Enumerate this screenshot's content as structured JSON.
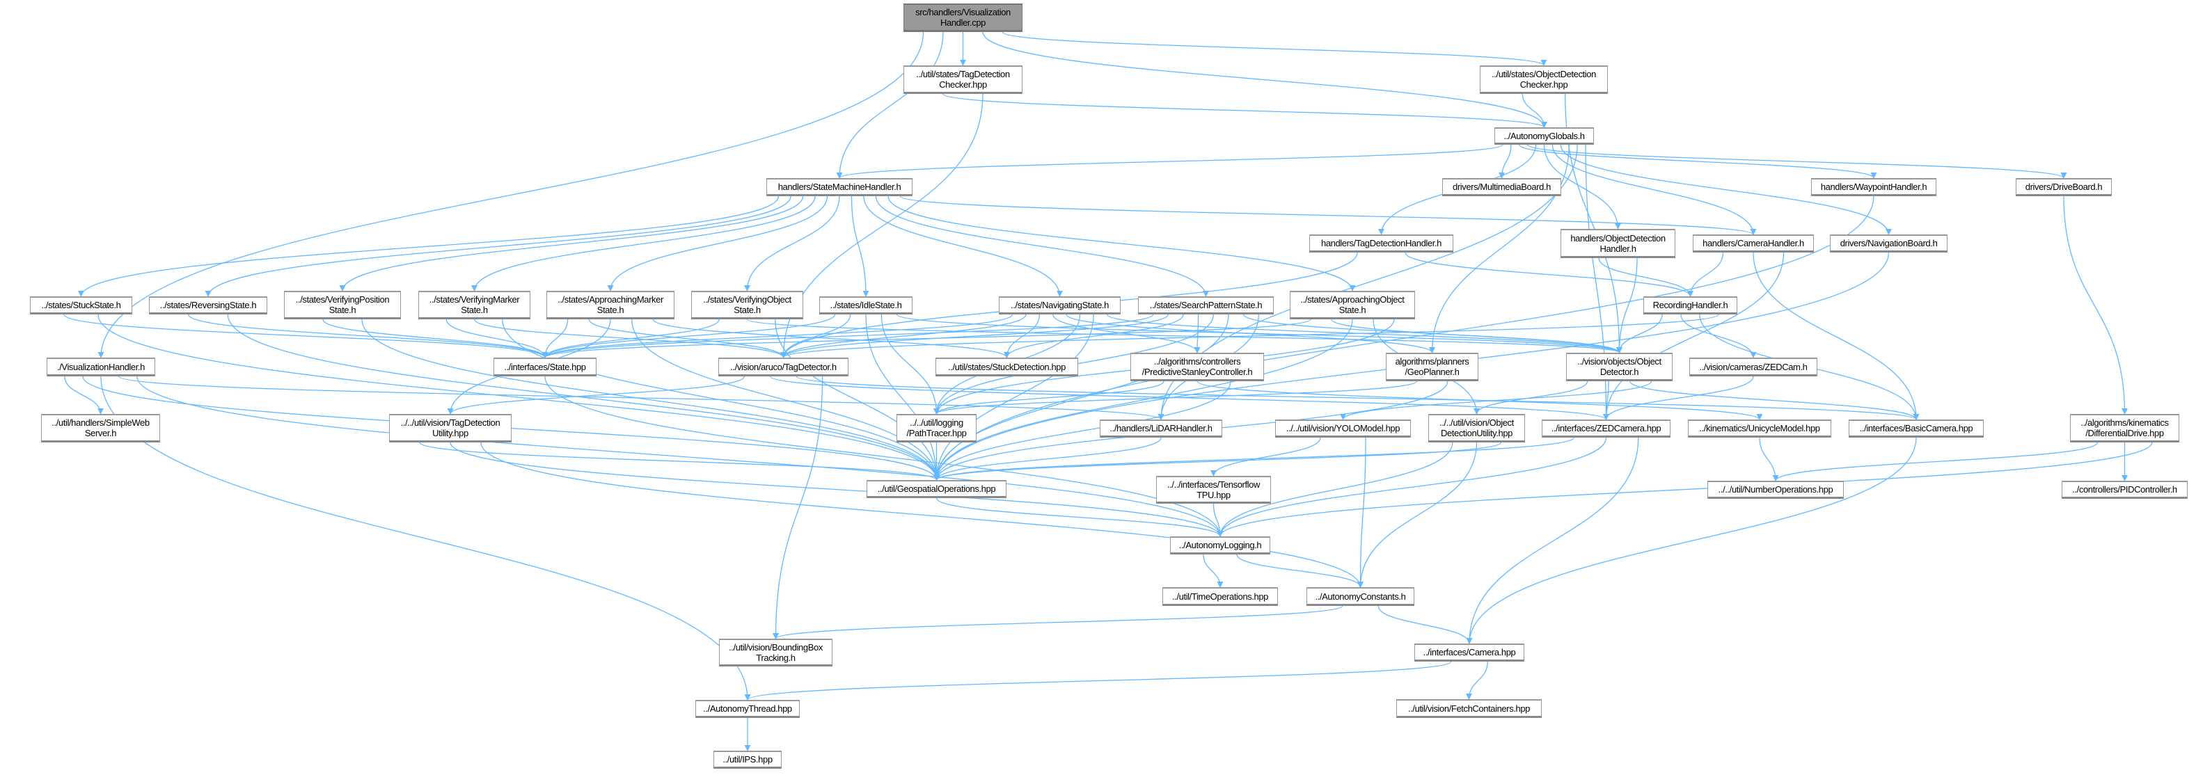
{
  "graph": {
    "edge_color": "#63b8ff",
    "root_fill": "#999999",
    "nodes": [
      {
        "id": "root",
        "label": "src/handlers/Visualization\nHandler.cpp"
      },
      {
        "id": "tdc",
        "label": "../util/states/TagDetection\nChecker.hpp"
      },
      {
        "id": "odc",
        "label": "../util/states/ObjectDetection\nChecker.hpp"
      },
      {
        "id": "ag",
        "label": "../AutonomyGlobals.h"
      },
      {
        "id": "smh",
        "label": "handlers/StateMachineHandler.h"
      },
      {
        "id": "mmb",
        "label": "drivers/MultimediaBoard.h"
      },
      {
        "id": "wph",
        "label": "handlers/WaypointHandler.h"
      },
      {
        "id": "db",
        "label": "drivers/DriveBoard.h"
      },
      {
        "id": "tdh",
        "label": "handlers/TagDetectionHandler.h"
      },
      {
        "id": "odh",
        "label": "handlers/ObjectDetection\nHandler.h"
      },
      {
        "id": "ch",
        "label": "handlers/CameraHandler.h"
      },
      {
        "id": "nb",
        "label": "drivers/NavigationBoard.h"
      },
      {
        "id": "ss",
        "label": "../states/StuckState.h"
      },
      {
        "id": "rs",
        "label": "../states/ReversingState.h"
      },
      {
        "id": "vps",
        "label": "../states/VerifyingPosition\nState.h"
      },
      {
        "id": "vms",
        "label": "../states/VerifyingMarker\nState.h"
      },
      {
        "id": "ams",
        "label": "../states/ApproachingMarker\nState.h"
      },
      {
        "id": "vos",
        "label": "../states/VerifyingObject\nState.h"
      },
      {
        "id": "is",
        "label": "../states/IdleState.h"
      },
      {
        "id": "ns",
        "label": "../states/NavigatingState.h"
      },
      {
        "id": "sps",
        "label": "../states/SearchPatternState.h"
      },
      {
        "id": "aos",
        "label": "../states/ApproachingObject\nState.h"
      },
      {
        "id": "rh",
        "label": "RecordingHandler.h"
      },
      {
        "id": "vh",
        "label": "./VisualizationHandler.h"
      },
      {
        "id": "st",
        "label": "../interfaces/State.hpp"
      },
      {
        "id": "td",
        "label": "../vision/aruco/TagDetector.h"
      },
      {
        "id": "sd",
        "label": "../util/states/StuckDetection.hpp"
      },
      {
        "id": "psc",
        "label": "../algorithms/controllers\n/PredictiveStanleyController.h"
      },
      {
        "id": "gp",
        "label": "algorithms/planners\n/GeoPlanner.h"
      },
      {
        "id": "od",
        "label": "../vision/objects/Object\nDetector.h"
      },
      {
        "id": "zc",
        "label": "../vision/cameras/ZEDCam.h"
      },
      {
        "id": "sws",
        "label": "../util/handlers/SimpleWeb\nServer.h"
      },
      {
        "id": "tdu",
        "label": "../../util/vision/TagDetection\nUtility.hpp"
      },
      {
        "id": "pt",
        "label": "../../util/logging\n/PathTracer.hpp"
      },
      {
        "id": "lh",
        "label": "../handlers/LiDARHandler.h"
      },
      {
        "id": "yolo",
        "label": "../../util/vision/YOLOModel.hpp"
      },
      {
        "id": "odu",
        "label": "../../util/vision/Object\nDetectionUtility.hpp"
      },
      {
        "id": "zed",
        "label": "../interfaces/ZEDCamera.hpp"
      },
      {
        "id": "um",
        "label": "../kinematics/UnicycleModel.hpp"
      },
      {
        "id": "bc",
        "label": "../interfaces/BasicCamera.hpp"
      },
      {
        "id": "dd",
        "label": "../algorithms/kinematics\n/DifferentialDrive.hpp"
      },
      {
        "id": "geo",
        "label": "../util/GeospatialOperations.hpp"
      },
      {
        "id": "tpu",
        "label": "../../interfaces/Tensorflow\nTPU.hpp"
      },
      {
        "id": "num",
        "label": "../../util/NumberOperations.hpp"
      },
      {
        "id": "pid",
        "label": "../controllers/PIDController.h"
      },
      {
        "id": "log",
        "label": "../AutonomyLogging.h"
      },
      {
        "id": "time",
        "label": "../util/TimeOperations.hpp"
      },
      {
        "id": "const",
        "label": "../AutonomyConstants.h"
      },
      {
        "id": "bbt",
        "label": "../util/vision/BoundingBox\nTracking.h"
      },
      {
        "id": "cam",
        "label": "../interfaces/Camera.hpp"
      },
      {
        "id": "thr",
        "label": "../AutonomyThread.hpp"
      },
      {
        "id": "fc",
        "label": "../util/vision/FetchContainers.hpp"
      },
      {
        "id": "ips",
        "label": "../util/IPS.hpp"
      }
    ],
    "edges": [
      [
        "root",
        "vh"
      ],
      [
        "root",
        "smh"
      ],
      [
        "root",
        "tdc"
      ],
      [
        "root",
        "ag"
      ],
      [
        "root",
        "odc"
      ],
      [
        "tdc",
        "ag"
      ],
      [
        "tdc",
        "td"
      ],
      [
        "odc",
        "ag"
      ],
      [
        "odc",
        "od"
      ],
      [
        "ag",
        "smh"
      ],
      [
        "ag",
        "mmb"
      ],
      [
        "ag",
        "wph"
      ],
      [
        "ag",
        "db"
      ],
      [
        "ag",
        "tdh"
      ],
      [
        "ag",
        "odh"
      ],
      [
        "ag",
        "ch"
      ],
      [
        "ag",
        "nb"
      ],
      [
        "ag",
        "gp"
      ],
      [
        "ag",
        "lh"
      ],
      [
        "ag",
        "zed"
      ],
      [
        "smh",
        "ss"
      ],
      [
        "smh",
        "rs"
      ],
      [
        "smh",
        "vps"
      ],
      [
        "smh",
        "vms"
      ],
      [
        "smh",
        "ams"
      ],
      [
        "smh",
        "vos"
      ],
      [
        "smh",
        "is"
      ],
      [
        "smh",
        "ns"
      ],
      [
        "smh",
        "sps"
      ],
      [
        "smh",
        "aos"
      ],
      [
        "smh",
        "ch"
      ],
      [
        "ss",
        "st"
      ],
      [
        "ss",
        "geo"
      ],
      [
        "rs",
        "st"
      ],
      [
        "rs",
        "geo"
      ],
      [
        "vps",
        "st"
      ],
      [
        "vps",
        "geo"
      ],
      [
        "vms",
        "st"
      ],
      [
        "vms",
        "td"
      ],
      [
        "vms",
        "geo"
      ],
      [
        "ams",
        "st"
      ],
      [
        "ams",
        "td"
      ],
      [
        "ams",
        "tdu"
      ],
      [
        "ams",
        "geo"
      ],
      [
        "ams",
        "sd"
      ],
      [
        "vos",
        "st"
      ],
      [
        "vos",
        "od"
      ],
      [
        "vos",
        "geo"
      ],
      [
        "is",
        "st"
      ],
      [
        "is",
        "td"
      ],
      [
        "is",
        "geo"
      ],
      [
        "is",
        "pt"
      ],
      [
        "is",
        "od"
      ],
      [
        "ns",
        "st"
      ],
      [
        "ns",
        "td"
      ],
      [
        "ns",
        "sd"
      ],
      [
        "ns",
        "psc"
      ],
      [
        "ns",
        "gp"
      ],
      [
        "ns",
        "pt"
      ],
      [
        "ns",
        "geo"
      ],
      [
        "ns",
        "od"
      ],
      [
        "sps",
        "st"
      ],
      [
        "sps",
        "td"
      ],
      [
        "sps",
        "sd"
      ],
      [
        "sps",
        "psc"
      ],
      [
        "sps",
        "pt"
      ],
      [
        "sps",
        "geo"
      ],
      [
        "sps",
        "od"
      ],
      [
        "sps",
        "lh"
      ],
      [
        "aos",
        "st"
      ],
      [
        "aos",
        "od"
      ],
      [
        "aos",
        "geo"
      ],
      [
        "aos",
        "odu"
      ],
      [
        "aos",
        "pt"
      ],
      [
        "tdh",
        "td"
      ],
      [
        "tdh",
        "rh"
      ],
      [
        "odh",
        "rh"
      ],
      [
        "odh",
        "od"
      ],
      [
        "ch",
        "rh"
      ],
      [
        "ch",
        "bc"
      ],
      [
        "ch",
        "zed"
      ],
      [
        "nb",
        "geo"
      ],
      [
        "wph",
        "geo"
      ],
      [
        "db",
        "dd"
      ],
      [
        "rh",
        "od"
      ],
      [
        "rh",
        "zc"
      ],
      [
        "rh",
        "bc"
      ],
      [
        "rh",
        "td"
      ],
      [
        "od",
        "odu"
      ],
      [
        "od",
        "zed"
      ],
      [
        "od",
        "bc"
      ],
      [
        "od",
        "yolo"
      ],
      [
        "zc",
        "zed"
      ],
      [
        "td",
        "tdu"
      ],
      [
        "td",
        "zed"
      ],
      [
        "td",
        "bc"
      ],
      [
        "td",
        "bbt"
      ],
      [
        "vh",
        "sws"
      ],
      [
        "vh",
        "geo"
      ],
      [
        "vh",
        "thr"
      ],
      [
        "vh",
        "lh"
      ],
      [
        "vh",
        "log"
      ],
      [
        "psc",
        "pt"
      ],
      [
        "psc",
        "um"
      ],
      [
        "psc",
        "geo"
      ],
      [
        "gp",
        "pt"
      ],
      [
        "gp",
        "geo"
      ],
      [
        "lh",
        "geo"
      ],
      [
        "yolo",
        "tpu"
      ],
      [
        "yolo",
        "const"
      ],
      [
        "odu",
        "log"
      ],
      [
        "odu",
        "const"
      ],
      [
        "odu",
        "geo"
      ],
      [
        "zed",
        "geo"
      ],
      [
        "zed",
        "log"
      ],
      [
        "zed",
        "cam"
      ],
      [
        "um",
        "num"
      ],
      [
        "bc",
        "cam"
      ],
      [
        "dd",
        "num"
      ],
      [
        "dd",
        "pid"
      ],
      [
        "dd",
        "log"
      ],
      [
        "tdu",
        "geo"
      ],
      [
        "tdu",
        "log"
      ],
      [
        "tdu",
        "const"
      ],
      [
        "pt",
        "geo"
      ],
      [
        "geo",
        "log"
      ],
      [
        "tpu",
        "log"
      ],
      [
        "st",
        "log"
      ],
      [
        "log",
        "time"
      ],
      [
        "log",
        "const"
      ],
      [
        "const",
        "bbt"
      ],
      [
        "const",
        "cam"
      ],
      [
        "cam",
        "thr"
      ],
      [
        "cam",
        "fc"
      ],
      [
        "thr",
        "ips"
      ]
    ]
  }
}
